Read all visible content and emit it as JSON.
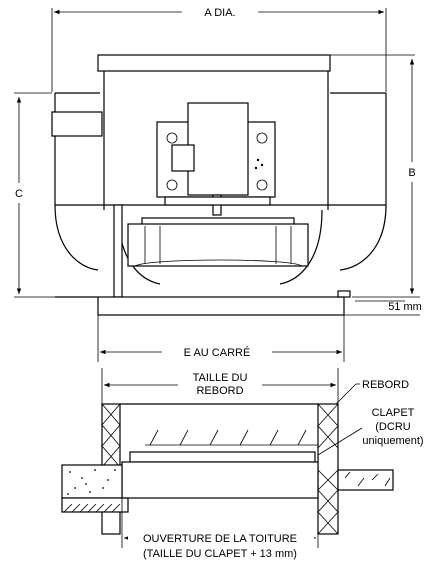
{
  "labels": {
    "a_dia": "A DIA.",
    "b": "B",
    "c": "C",
    "dim_51": "51 mm",
    "e_square": "E AU CARRÉ",
    "curb_size_1": "TAILLE DU",
    "curb_size_2": "REBORD",
    "curb": "REBORD",
    "damper_1": "CLAPET",
    "damper_2": "(DCRU",
    "damper_3": "uniquement)",
    "roof_opening_1": "OUVERTURE DE LA TOITURE",
    "roof_opening_2": "(TAILLE DU CLAPET + 13 mm)"
  }
}
